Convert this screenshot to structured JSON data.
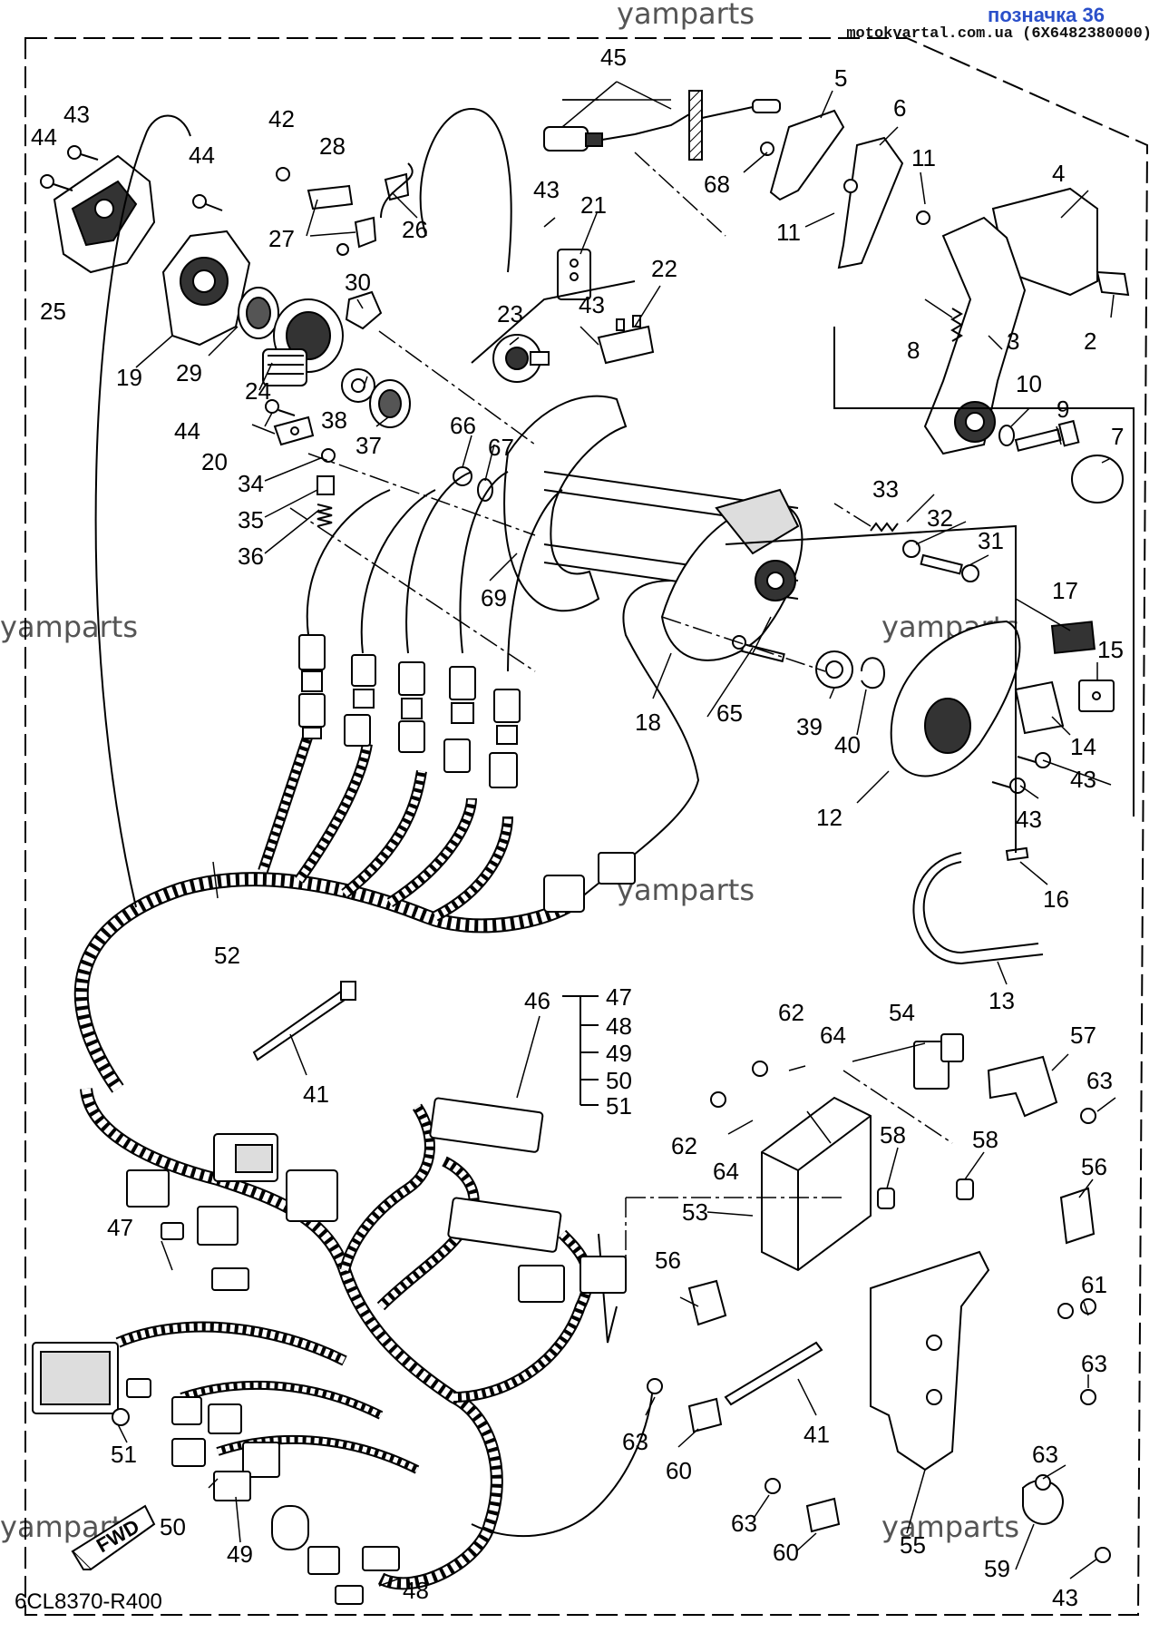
{
  "header": {
    "label": "позначка 36",
    "site": "motokvartal.com.ua (6X6482380000)"
  },
  "watermark": "yamparts",
  "diagram_code": "6CL8370-R400",
  "fwd_label": "FWD",
  "group_47_51": [
    "47",
    "48",
    "49",
    "50",
    "51"
  ],
  "callouts": {
    "c2": "2",
    "c3": "3",
    "c4": "4",
    "c5": "5",
    "c6": "6",
    "c7": "7",
    "c8": "8",
    "c9": "9",
    "c10": "10",
    "c11a": "11",
    "c11b": "11",
    "c12": "12",
    "c13": "13",
    "c14": "14",
    "c15": "15",
    "c16": "16",
    "c17": "17",
    "c18": "18",
    "c19": "19",
    "c20": "20",
    "c21": "21",
    "c22": "22",
    "c23": "23",
    "c24": "24",
    "c25": "25",
    "c26": "26",
    "c27": "27",
    "c28": "28",
    "c29": "29",
    "c30": "30",
    "c31": "31",
    "c32": "32",
    "c33": "33",
    "c34": "34",
    "c35": "35",
    "c36": "36",
    "c37": "37",
    "c38": "38",
    "c39": "39",
    "c40": "40",
    "c41a": "41",
    "c41b": "41",
    "c42": "42",
    "c43a": "43",
    "c43b": "43",
    "c43c": "43",
    "c43d": "43",
    "c43e": "43",
    "c43f": "43",
    "c44a": "44",
    "c44b": "44",
    "c44c": "44",
    "c45": "45",
    "c46": "46",
    "c47": "47",
    "c48": "48",
    "c49": "49",
    "c50": "50",
    "c51": "51",
    "c52": "52",
    "c53": "53",
    "c54": "54",
    "c55": "55",
    "c56a": "56",
    "c56b": "56",
    "c57": "57",
    "c58a": "58",
    "c58b": "58",
    "c59": "59",
    "c60a": "60",
    "c60b": "60",
    "c61": "61",
    "c62a": "62",
    "c62b": "62",
    "c63a": "63",
    "c63b": "63",
    "c63c": "63",
    "c63d": "63",
    "c63e": "63",
    "c64a": "64",
    "c64b": "64",
    "c65": "65",
    "c66": "66",
    "c67": "67",
    "c68": "68",
    "c69": "69"
  },
  "colors": {
    "header_label": "#2a4fc9",
    "line": "#000000"
  }
}
